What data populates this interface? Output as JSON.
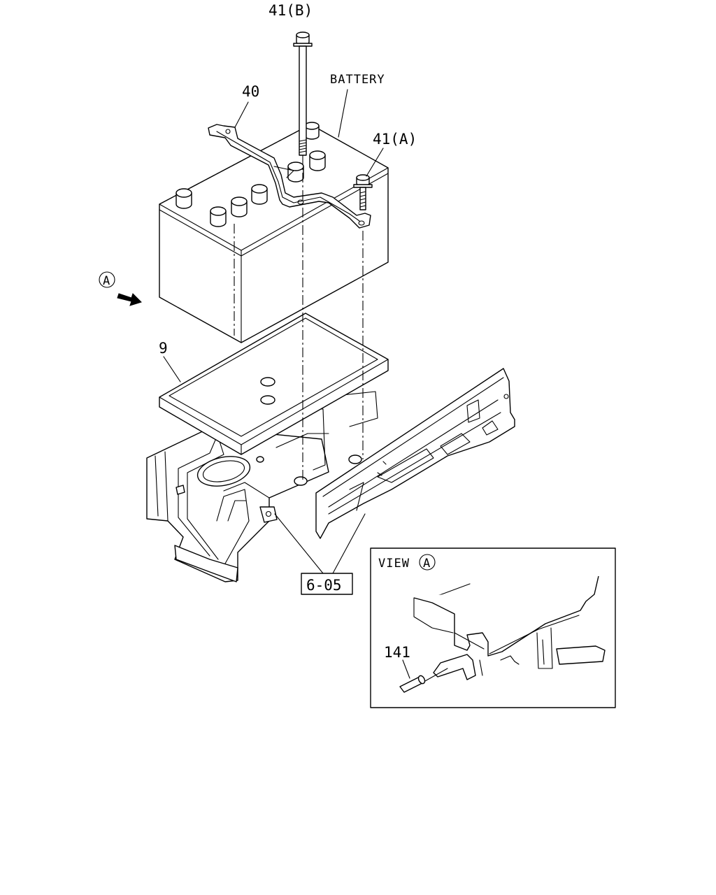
{
  "labels": {
    "battery": "BATTERY",
    "bolt_b": "41(B)",
    "bolt_a": "41(A)",
    "bracket": "40",
    "tray": "9",
    "ref_box": "6-05",
    "view_title": "VIEW",
    "view_marker": "A",
    "direction_marker": "A",
    "pin": "141"
  }
}
